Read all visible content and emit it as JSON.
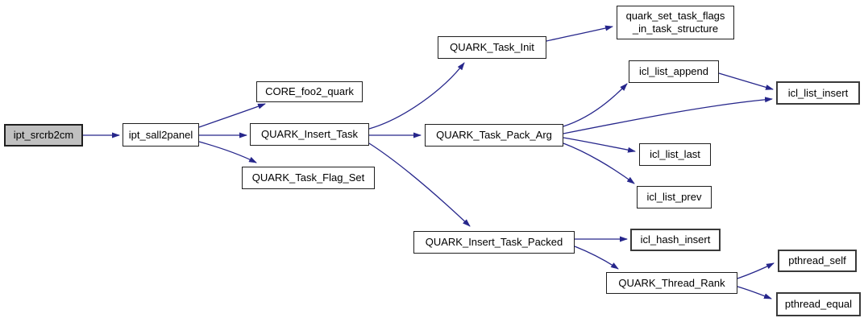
{
  "diagram": {
    "type": "call-graph",
    "background_color": "#ffffff",
    "edge_color": "#26268b",
    "node_border_color": "#1f1f1f",
    "current_node_fill": "#c0c0c0",
    "node_fill": "#ffffff",
    "nodes": [
      {
        "id": "ipt_srcrb2cm",
        "label": "ipt_srcrb2cm",
        "highlighted": true
      },
      {
        "id": "ipt_sall2panel",
        "label": "ipt_sall2panel"
      },
      {
        "id": "CORE_foo2_quark",
        "label": "CORE_foo2_quark"
      },
      {
        "id": "QUARK_Insert_Task",
        "label": "QUARK_Insert_Task"
      },
      {
        "id": "QUARK_Task_Flag_Set",
        "label": "QUARK_Task_Flag_Set"
      },
      {
        "id": "QUARK_Task_Init",
        "label": "QUARK_Task_Init"
      },
      {
        "id": "quark_set_task_flags_in_task_structure",
        "label": "quark_set_task_flags _in_task_structure",
        "lines": [
          "quark_set_task_flags",
          "_in_task_structure"
        ]
      },
      {
        "id": "QUARK_Task_Pack_Arg",
        "label": "QUARK_Task_Pack_Arg"
      },
      {
        "id": "icl_list_append",
        "label": "icl_list_append"
      },
      {
        "id": "icl_list_insert",
        "label": "icl_list_insert"
      },
      {
        "id": "icl_list_last",
        "label": "icl_list_last"
      },
      {
        "id": "icl_list_prev",
        "label": "icl_list_prev"
      },
      {
        "id": "QUARK_Insert_Task_Packed",
        "label": "QUARK_Insert_Task_Packed"
      },
      {
        "id": "icl_hash_insert",
        "label": "icl_hash_insert"
      },
      {
        "id": "QUARK_Thread_Rank",
        "label": "QUARK_Thread_Rank"
      },
      {
        "id": "pthread_self",
        "label": "pthread_self"
      },
      {
        "id": "pthread_equal",
        "label": "pthread_equal"
      }
    ],
    "edges": [
      {
        "from": "ipt_srcrb2cm",
        "to": "ipt_sall2panel"
      },
      {
        "from": "ipt_sall2panel",
        "to": "CORE_foo2_quark"
      },
      {
        "from": "ipt_sall2panel",
        "to": "QUARK_Insert_Task"
      },
      {
        "from": "ipt_sall2panel",
        "to": "QUARK_Task_Flag_Set"
      },
      {
        "from": "QUARK_Insert_Task",
        "to": "QUARK_Task_Init"
      },
      {
        "from": "QUARK_Insert_Task",
        "to": "QUARK_Task_Pack_Arg"
      },
      {
        "from": "QUARK_Insert_Task",
        "to": "QUARK_Insert_Task_Packed"
      },
      {
        "from": "QUARK_Task_Init",
        "to": "quark_set_task_flags_in_task_structure"
      },
      {
        "from": "QUARK_Task_Pack_Arg",
        "to": "icl_list_append"
      },
      {
        "from": "QUARK_Task_Pack_Arg",
        "to": "icl_list_insert"
      },
      {
        "from": "QUARK_Task_Pack_Arg",
        "to": "icl_list_last"
      },
      {
        "from": "QUARK_Task_Pack_Arg",
        "to": "icl_list_prev"
      },
      {
        "from": "icl_list_append",
        "to": "icl_list_insert"
      },
      {
        "from": "QUARK_Insert_Task_Packed",
        "to": "icl_hash_insert"
      },
      {
        "from": "QUARK_Insert_Task_Packed",
        "to": "QUARK_Thread_Rank"
      },
      {
        "from": "QUARK_Thread_Rank",
        "to": "pthread_self"
      },
      {
        "from": "QUARK_Thread_Rank",
        "to": "pthread_equal"
      }
    ]
  }
}
